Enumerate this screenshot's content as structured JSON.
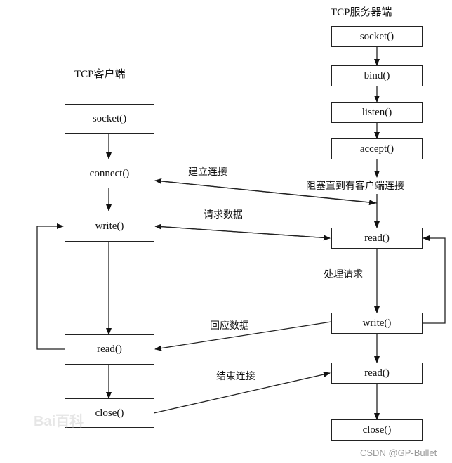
{
  "diagram": {
    "server_title": "TCP服务器端",
    "client_title": "TCP客户端",
    "server_steps": [
      "socket()",
      "bind()",
      "listen()",
      "accept()",
      "read()",
      "write()",
      "read()",
      "close()"
    ],
    "client_steps": [
      "socket()",
      "connect()",
      "write()",
      "read()",
      "close()"
    ],
    "messages": {
      "establish": "建立连接",
      "block_until": "阻塞直到有客户端连接",
      "request": "请求数据",
      "process": "处理请求",
      "response": "回应数据",
      "close": "结束连接"
    },
    "watermark": "CSDN @GP-Bullet",
    "baidu_watermark": "Bai百科"
  }
}
